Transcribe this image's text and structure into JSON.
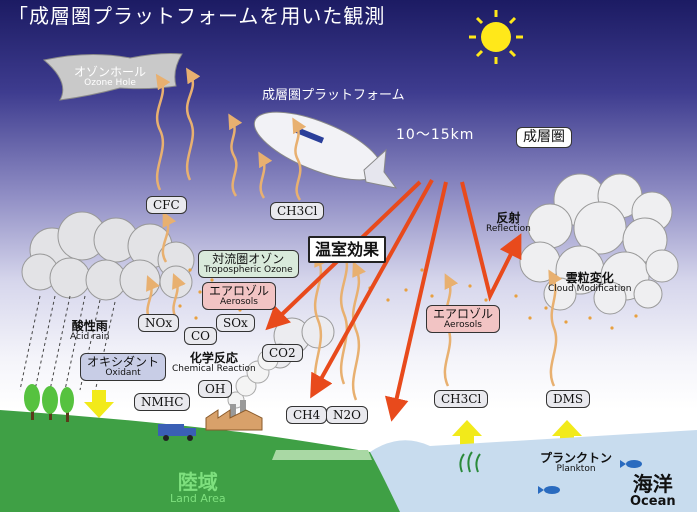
{
  "title": "「成層圏プラットフォームを用いた観測",
  "platform": {
    "label": "成層圏プラットフォーム",
    "altitude": "10〜15km"
  },
  "stratosphere_label": "成層圏",
  "ozone_hole": {
    "jp": "オゾンホール",
    "en": "Ozone Hole"
  },
  "greenhouse_label": "温室効果",
  "reflection": {
    "jp": "反射",
    "en": "Reflection"
  },
  "cloud_mod": {
    "jp": "雲粒変化",
    "en": "Cloud Modification"
  },
  "tropo_ozone": {
    "jp": "対流圏オゾン",
    "en": "Tropospheric Ozone"
  },
  "aerosols_left": {
    "jp": "エアロゾル",
    "en": "Aerosols"
  },
  "aerosols_right": {
    "jp": "エアロゾル",
    "en": "Aerosols"
  },
  "acid_rain": {
    "jp": "酸性雨",
    "en": "Acid rain"
  },
  "oxidant": {
    "jp": "オキシダント",
    "en": "Oxidant"
  },
  "chem_reaction": {
    "jp": "化学反応",
    "en": "Chemical Reaction"
  },
  "plankton": {
    "jp": "プランクトン",
    "en": "Plankton"
  },
  "land": {
    "jp": "陸域",
    "en": "Land Area"
  },
  "ocean": {
    "jp": "海洋",
    "en": "Ocean"
  },
  "compounds": {
    "cfc": "CFC",
    "ch3cl_top": "CH3Cl",
    "nox": "NOx",
    "co": "CO",
    "sox": "SOx",
    "co2": "CO2",
    "oh": "OH",
    "nmhc": "NMHC",
    "ch4": "CH4",
    "n2o": "N2O",
    "ch3cl_bottom": "CH3Cl",
    "dms": "DMS"
  },
  "colors": {
    "sky_top": "#1c1b63",
    "arrow_red": "#e84a1c",
    "arrow_tan": "#e8b070",
    "arrow_yellow": "#f2ea1a",
    "land": "#3fa045",
    "ocean": "#c8dcee",
    "sun": "#ffe81a"
  }
}
